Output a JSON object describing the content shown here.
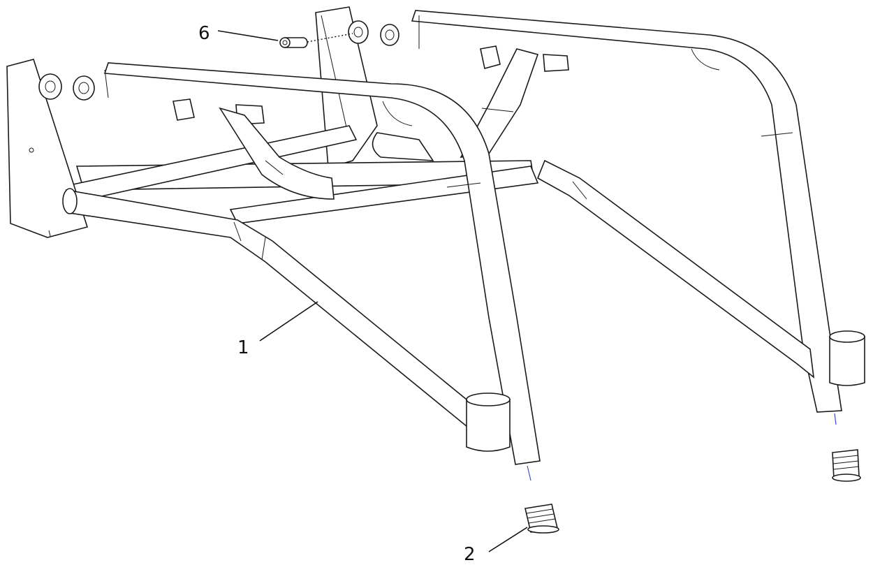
{
  "callouts": {
    "frame": "1",
    "end_cap": "2",
    "bushing": "6"
  }
}
